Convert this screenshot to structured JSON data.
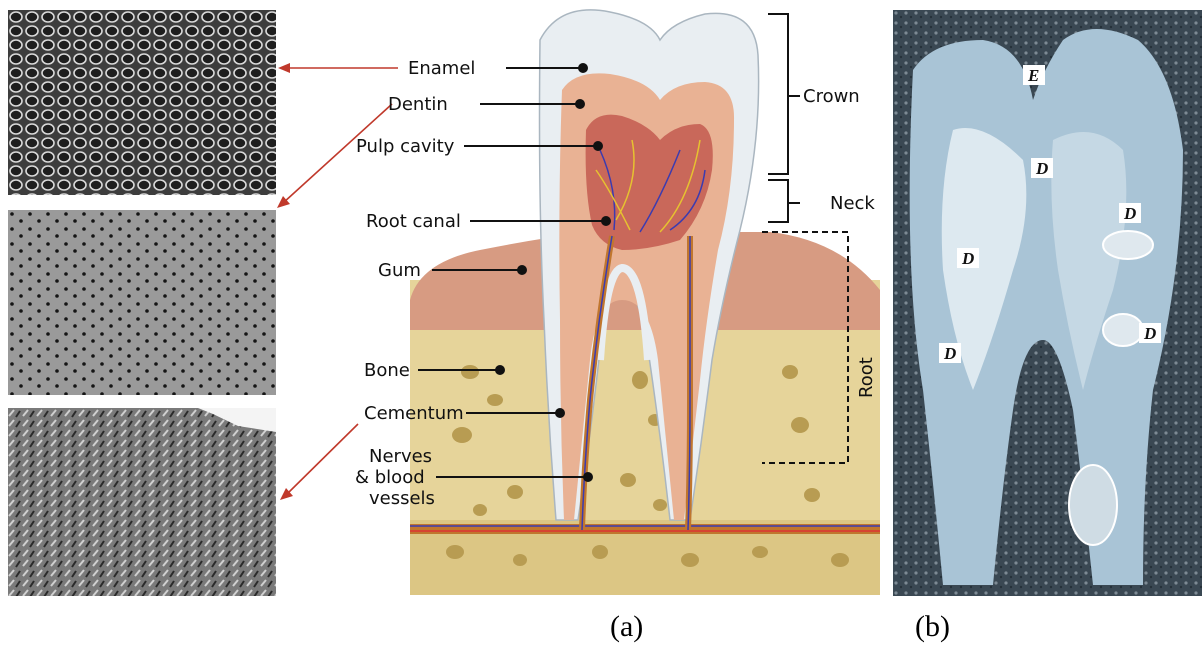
{
  "panel_a": {
    "caption": "(a)",
    "labels": {
      "enamel": "Enamel",
      "dentin": "Dentin",
      "pulp_cavity": "Pulp cavity",
      "root_canal": "Root canal",
      "gum": "Gum",
      "bone": "Bone",
      "cementum": "Cementum",
      "nerves_line1": "Nerves",
      "nerves_line2": "& blood",
      "nerves_line3": "vessels",
      "crown": "Crown",
      "neck": "Neck",
      "root": "Root"
    }
  },
  "panel_b": {
    "caption": "(b)",
    "markers": [
      "E",
      "D",
      "D",
      "D",
      "D",
      "D"
    ]
  },
  "colors": {
    "arrow": "#c0392b",
    "enamel": "#e9eef2",
    "dentin": "#e9b294",
    "pulp": "#c9685a",
    "gum": "#d79b82",
    "bone": "#e8d79a"
  }
}
